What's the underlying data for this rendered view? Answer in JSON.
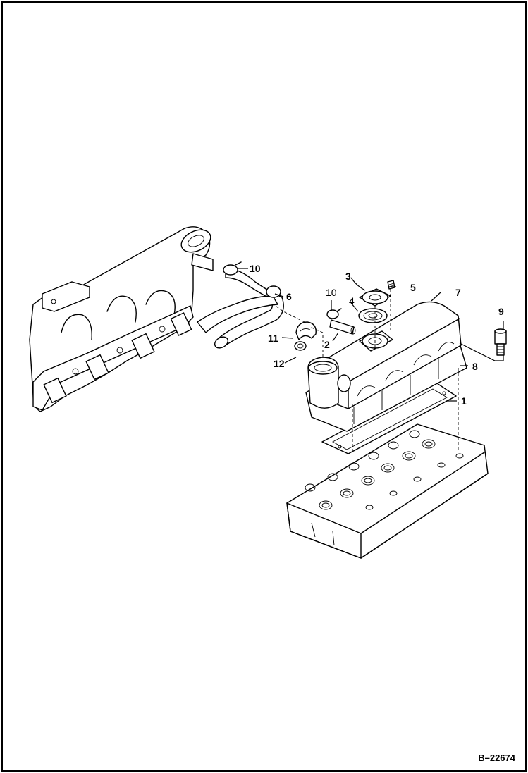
{
  "figure_code": "B–22674",
  "callouts": [
    {
      "id": "c1",
      "label": "1"
    },
    {
      "id": "c2",
      "label": "2"
    },
    {
      "id": "c3",
      "label": "3"
    },
    {
      "id": "c4",
      "label": "4"
    },
    {
      "id": "c5",
      "label": "5"
    },
    {
      "id": "c6",
      "label": "6"
    },
    {
      "id": "c7",
      "label": "7"
    },
    {
      "id": "c8",
      "label": "8"
    },
    {
      "id": "c9",
      "label": "9"
    },
    {
      "id": "c10a",
      "label": "10"
    },
    {
      "id": "c10b",
      "label": "10"
    },
    {
      "id": "c11",
      "label": "11"
    },
    {
      "id": "c12",
      "label": "12"
    }
  ],
  "colors": {
    "ink": "#000000",
    "paper": "#ffffff"
  }
}
